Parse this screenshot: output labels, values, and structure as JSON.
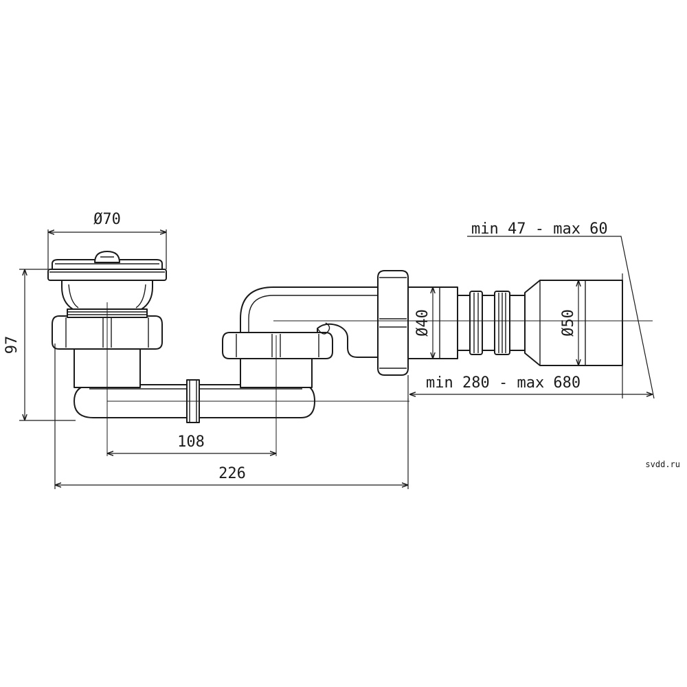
{
  "labels": {
    "dia_70": "Ø70",
    "height_97": "97",
    "dia_40": "Ø40",
    "dia_50": "Ø50",
    "range_short": "min 47 - max 60",
    "range_long": "min 280 - max 680",
    "len_108": "108",
    "len_226": "226"
  },
  "watermark": "svdd.ru",
  "colors": {
    "line": "#1a1a1a",
    "background": "#ffffff"
  }
}
